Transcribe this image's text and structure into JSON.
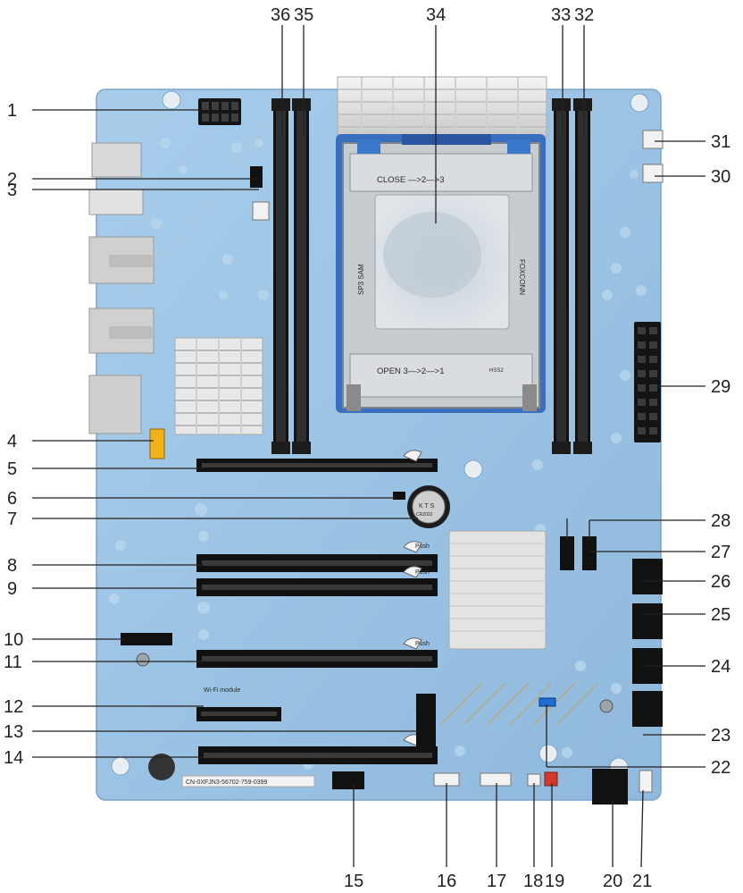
{
  "figure": {
    "description_hidden": "",
    "callouts": [
      "1",
      "2",
      "3",
      "4",
      "5",
      "6",
      "7",
      "8",
      "9",
      "10",
      "11",
      "12",
      "13",
      "14",
      "15",
      "16",
      "17",
      "18",
      "19",
      "20",
      "21",
      "22",
      "23",
      "24",
      "25",
      "26",
      "27",
      "28",
      "29",
      "30",
      "31",
      "32",
      "33",
      "34",
      "35",
      "36"
    ],
    "board_text": {
      "socket_close": "CLOSE —>2—>3",
      "socket_open": "OPEN 3—>2—>1",
      "socket_left": "SP3 SAM",
      "socket_right": "FOXCONN",
      "socket_corner": "HSS2",
      "push_1": "Push",
      "push_2": "Push",
      "push_3": "Push",
      "wifi": "Wi-Fi module",
      "battery_line1": "K T S",
      "battery_line2": "CR2032",
      "serial": "CN-0XFJN3-56702-759-0399"
    },
    "colors": {
      "board": "#9fc6e6",
      "dimm": "#111111",
      "pcie": "#1a1a1a",
      "heatsink": "#e6e6e6",
      "socket": "#2a66b8",
      "lead": "#222222"
    }
  }
}
